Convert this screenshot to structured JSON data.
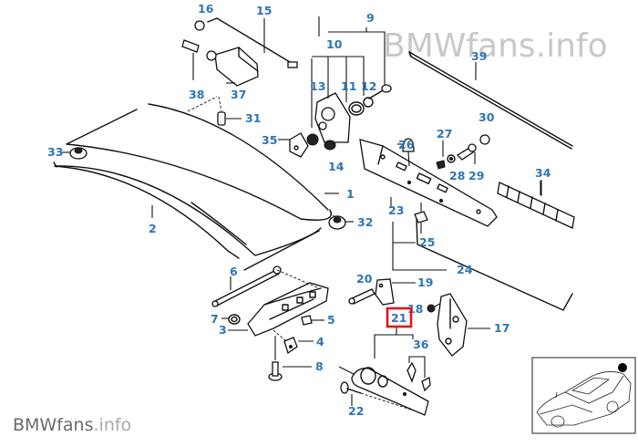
{
  "diagram": {
    "subject": "BMW trunk lid and attached parts",
    "watermark_top": "BMWfans.info",
    "watermark_bottom": {
      "brand": "BMWfans",
      "suffix": ".info"
    },
    "highlight_color": "#e0161d",
    "callout_color": "#2e75b6",
    "highlighted_part": "21",
    "thumbnail": {
      "description": "car overview with rear highlighted",
      "marker": "black-dot-on-trunk"
    },
    "callouts": {
      "c1": "1",
      "c2": "2",
      "c3": "3",
      "c4": "4",
      "c5": "5",
      "c6": "6",
      "c7": "7",
      "c8": "8",
      "c9": "9",
      "c10": "10",
      "c11": "11",
      "c12": "12",
      "c13": "13",
      "c14": "14",
      "c15": "15",
      "c16": "16",
      "c17": "17",
      "c18": "18",
      "c19": "19",
      "c20": "20",
      "c21": "21",
      "c22": "22",
      "c23": "23",
      "c24": "24",
      "c25": "25",
      "c26": "26",
      "c27": "27",
      "c28": "28",
      "c29": "29",
      "c30": "30",
      "c31": "31",
      "c32": "32",
      "c33": "33",
      "c34": "34",
      "c35": "35",
      "c36": "36",
      "c37": "37",
      "c38": "38",
      "c39": "39"
    }
  }
}
